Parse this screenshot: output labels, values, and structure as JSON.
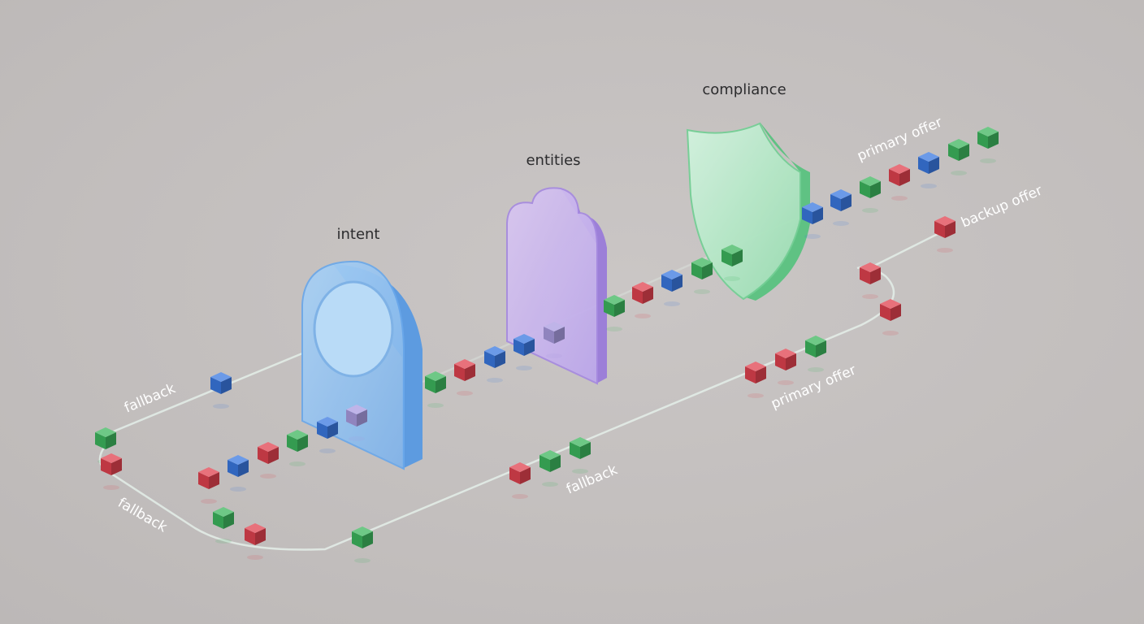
{
  "stages": {
    "intent": "intent",
    "entities": "entities",
    "compliance": "compliance"
  },
  "paths": {
    "primary_offer_top": "primary offer",
    "backup_offer": "backup offer",
    "primary_offer_bottom": "primary offer",
    "fallback_left_top": "fallback",
    "fallback_left_bottom": "fallback",
    "fallback_middle": "fallback"
  },
  "colors": {
    "blue_token": "#3a78e0",
    "green_token": "#3db65e",
    "red_token": "#e0424f",
    "lavender_token": "#a99be0",
    "intent_shape": "#8fc0ee",
    "entities_shape": "#c9b4ec",
    "compliance_shape": "#a8e3bd"
  }
}
